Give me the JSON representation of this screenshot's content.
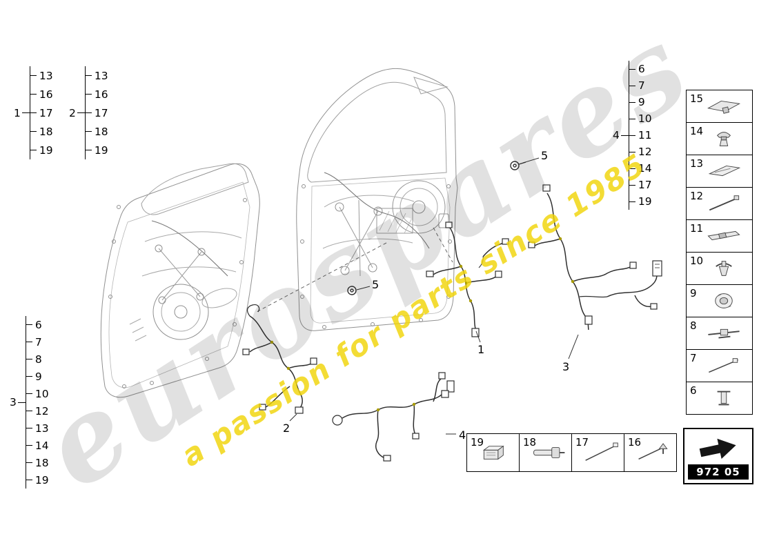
{
  "watermark": {
    "brand": "eurospares",
    "tagline": "a passion for parts since 1985"
  },
  "part_code": "972 05",
  "callout_groups": [
    {
      "label": "1",
      "items": [
        "13",
        "16",
        "17",
        "18",
        "19"
      ]
    },
    {
      "label": "2",
      "items": [
        "13",
        "16",
        "17",
        "18",
        "19"
      ]
    },
    {
      "label": "3",
      "items": [
        "6",
        "7",
        "8",
        "9",
        "10",
        "12",
        "13",
        "14",
        "18",
        "19"
      ]
    },
    {
      "label": "4",
      "items": [
        "6",
        "7",
        "9",
        "10",
        "11",
        "12",
        "14",
        "17",
        "19"
      ]
    }
  ],
  "diagram_callouts": [
    {
      "label": "5"
    },
    {
      "label": "5"
    },
    {
      "label": "1"
    },
    {
      "label": "2"
    },
    {
      "label": "3"
    },
    {
      "label": "4"
    }
  ],
  "parts_column": {
    "items": [
      {
        "number": "15",
        "icon": "trim-clip-icon"
      },
      {
        "number": "14",
        "icon": "expanding-rivet-icon"
      },
      {
        "number": "13",
        "icon": "flat-clip-icon"
      },
      {
        "number": "12",
        "icon": "cable-tie-pin-icon"
      },
      {
        "number": "11",
        "icon": "bracket-clip-icon"
      },
      {
        "number": "10",
        "icon": "wing-grommet-icon"
      },
      {
        "number": "9",
        "icon": "round-grommet-icon"
      },
      {
        "number": "8",
        "icon": "tie-mount-icon"
      },
      {
        "number": "7",
        "icon": "cable-tie-icon"
      },
      {
        "number": "6",
        "icon": "harness-holder-icon"
      }
    ]
  },
  "parts_row": {
    "items": [
      {
        "number": "19",
        "icon": "connector-housing-icon"
      },
      {
        "number": "18",
        "icon": "cable-clip-icon"
      },
      {
        "number": "17",
        "icon": "cable-tie-long-icon"
      },
      {
        "number": "16",
        "icon": "fir-tree-tie-icon"
      }
    ]
  },
  "colors": {
    "watermark_yellow": "#f0d40a",
    "watermark_gray": "#dcdcdc",
    "door_line": "#8f8f8f",
    "harness_line": "#2e2e2e",
    "connector_accent": "#a89b00"
  }
}
